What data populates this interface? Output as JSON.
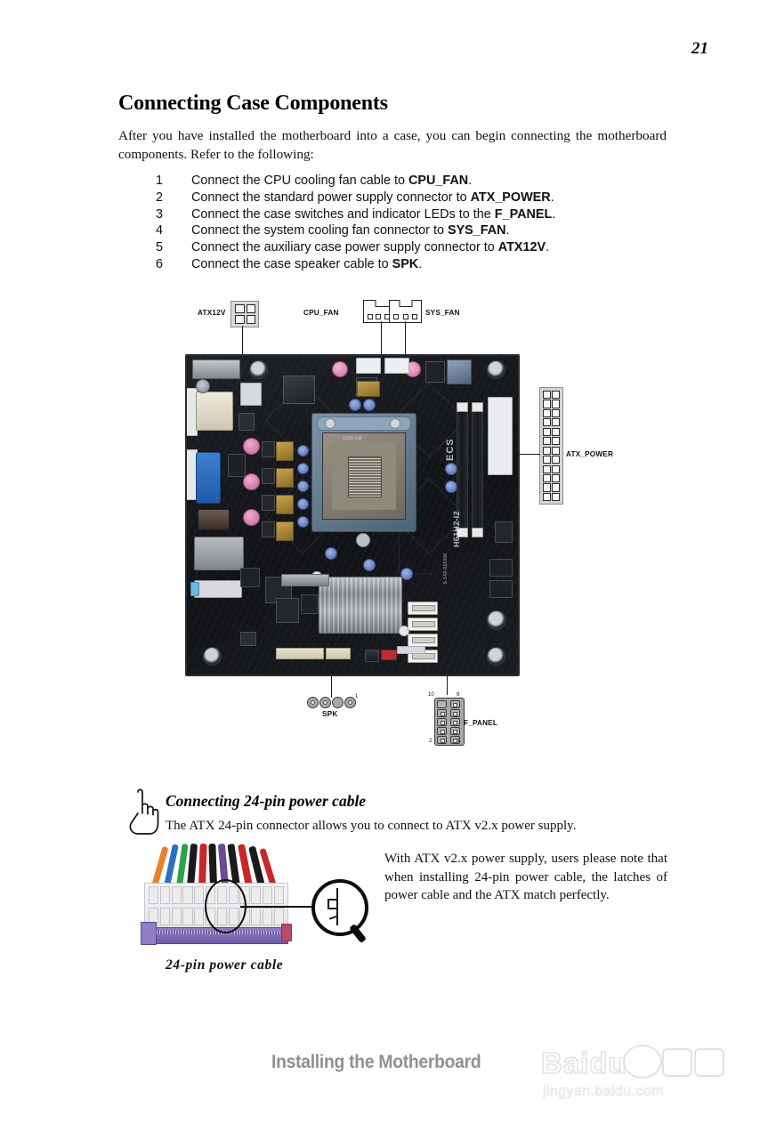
{
  "page": {
    "number": "21",
    "footer_title": "Installing the Motherboard"
  },
  "section": {
    "heading": "Connecting Case Components",
    "intro": "After you have installed the motherboard into a case, you can begin connecting the motherboard components. Refer to the following:"
  },
  "steps": [
    {
      "num": "1",
      "pre": "Connect the CPU cooling fan cable to ",
      "bold": "CPU_FAN",
      "post": "."
    },
    {
      "num": "2",
      "pre": "Connect the standard power supply connector to ",
      "bold": "ATX_POWER",
      "post": "."
    },
    {
      "num": "3",
      "pre": "Connect the case switches and indicator LEDs to the ",
      "bold": "F_PANEL",
      "post": "."
    },
    {
      "num": "4",
      "pre": "Connect the system cooling fan connector to ",
      "bold": "SYS_FAN",
      "post": "."
    },
    {
      "num": "5",
      "pre": "Connect the auxiliary case power supply connector to ",
      "bold": "ATX12V",
      "post": "."
    },
    {
      "num": "6",
      "pre": "Connect the case speaker cable to ",
      "bold": "SPK",
      "post": "."
    }
  ],
  "diagram": {
    "connectors": {
      "atx12v": {
        "label": "ATX12V",
        "pins": 4
      },
      "cpu_fan": {
        "label": "CPU_FAN",
        "pins": 4
      },
      "sys_fan": {
        "label": "SYS_FAN",
        "pins": 3
      },
      "atx_power": {
        "label": "ATX_POWER",
        "pins": 24
      },
      "spk": {
        "label": "SPK",
        "pins": 4,
        "pin_marker": "1"
      },
      "f_panel": {
        "label": "F_PANEL",
        "pins": 10,
        "corner_top_left": "10",
        "corner_top_right": "9",
        "corner_bottom_left": "2",
        "corner_bottom_right": "1"
      }
    },
    "board": {
      "model": "H61H2-I2",
      "brand": "ECS",
      "socket": "1155 LM",
      "part_code": "5-142-011000"
    }
  },
  "note": {
    "heading": "Connecting 24-pin power cable",
    "sub": "The ATX 24-pin connector allows you to connect to ATX v2.x power supply.",
    "body": "With ATX v2.x power supply, users please note that when installing 24-pin power cable, the latches of power cable and the ATX match perfectly.",
    "caption": "24-pin power cable"
  },
  "watermark": {
    "brand": "Baidu",
    "url": "jingyan.baidu.com"
  },
  "colors": {
    "text": "#111111",
    "footer_gray": "#8e9094",
    "watermark_gray": "#c9cbcf",
    "pcb_dark": "#15171a",
    "vga_blue": "#2f6fc0",
    "dimm_purple": "#7d6cb8"
  }
}
